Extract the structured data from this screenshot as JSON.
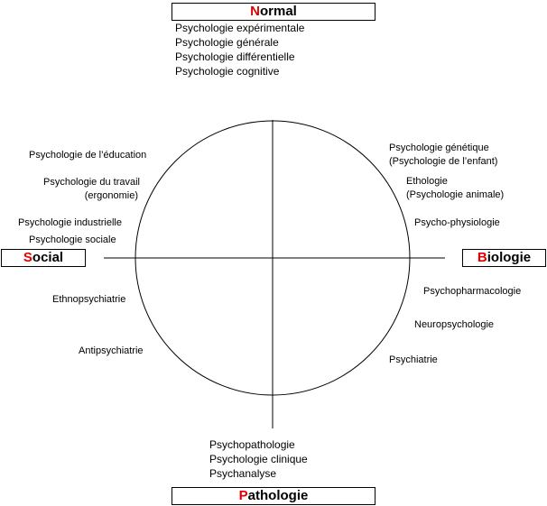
{
  "poles": {
    "top": {
      "first": "N",
      "rest": "ormal"
    },
    "bottom": {
      "first": "P",
      "rest": "athologie"
    },
    "left": {
      "first": "S",
      "rest": "ocial"
    },
    "right": {
      "first": "B",
      "rest": "iologie"
    }
  },
  "top_list": [
    "Psychologie expérimentale",
    "Psychologie générale",
    "Psychologie différentielle",
    "Psychologie cognitive"
  ],
  "bottom_list": [
    "Psychopathologie",
    "Psychologie clinique",
    "Psychanalyse"
  ],
  "left_upper": {
    "education": "Psychologie de l’éducation",
    "travail_1": "Psychologie du travail",
    "travail_2": "(ergonomie)",
    "industrielle": "Psychologie industrielle",
    "sociale": "Psychologie sociale"
  },
  "left_lower": {
    "ethno": "Ethnopsychiatrie",
    "anti": "Antipsychiatrie"
  },
  "right_upper": {
    "genetique_1": "Psychologie génétique",
    "genetique_2": "(Psychologie de l’enfant)",
    "ethologie_1": "Ethologie",
    "ethologie_2": "(Psychologie animale)",
    "physio": "Psycho-physiologie"
  },
  "right_lower": {
    "pharmaco": "Psychopharmacologie",
    "neuro": "Neuropsychologie",
    "psychiatrie": "Psychiatrie"
  },
  "colors": {
    "accent": "#e00000",
    "line": "#000000"
  }
}
